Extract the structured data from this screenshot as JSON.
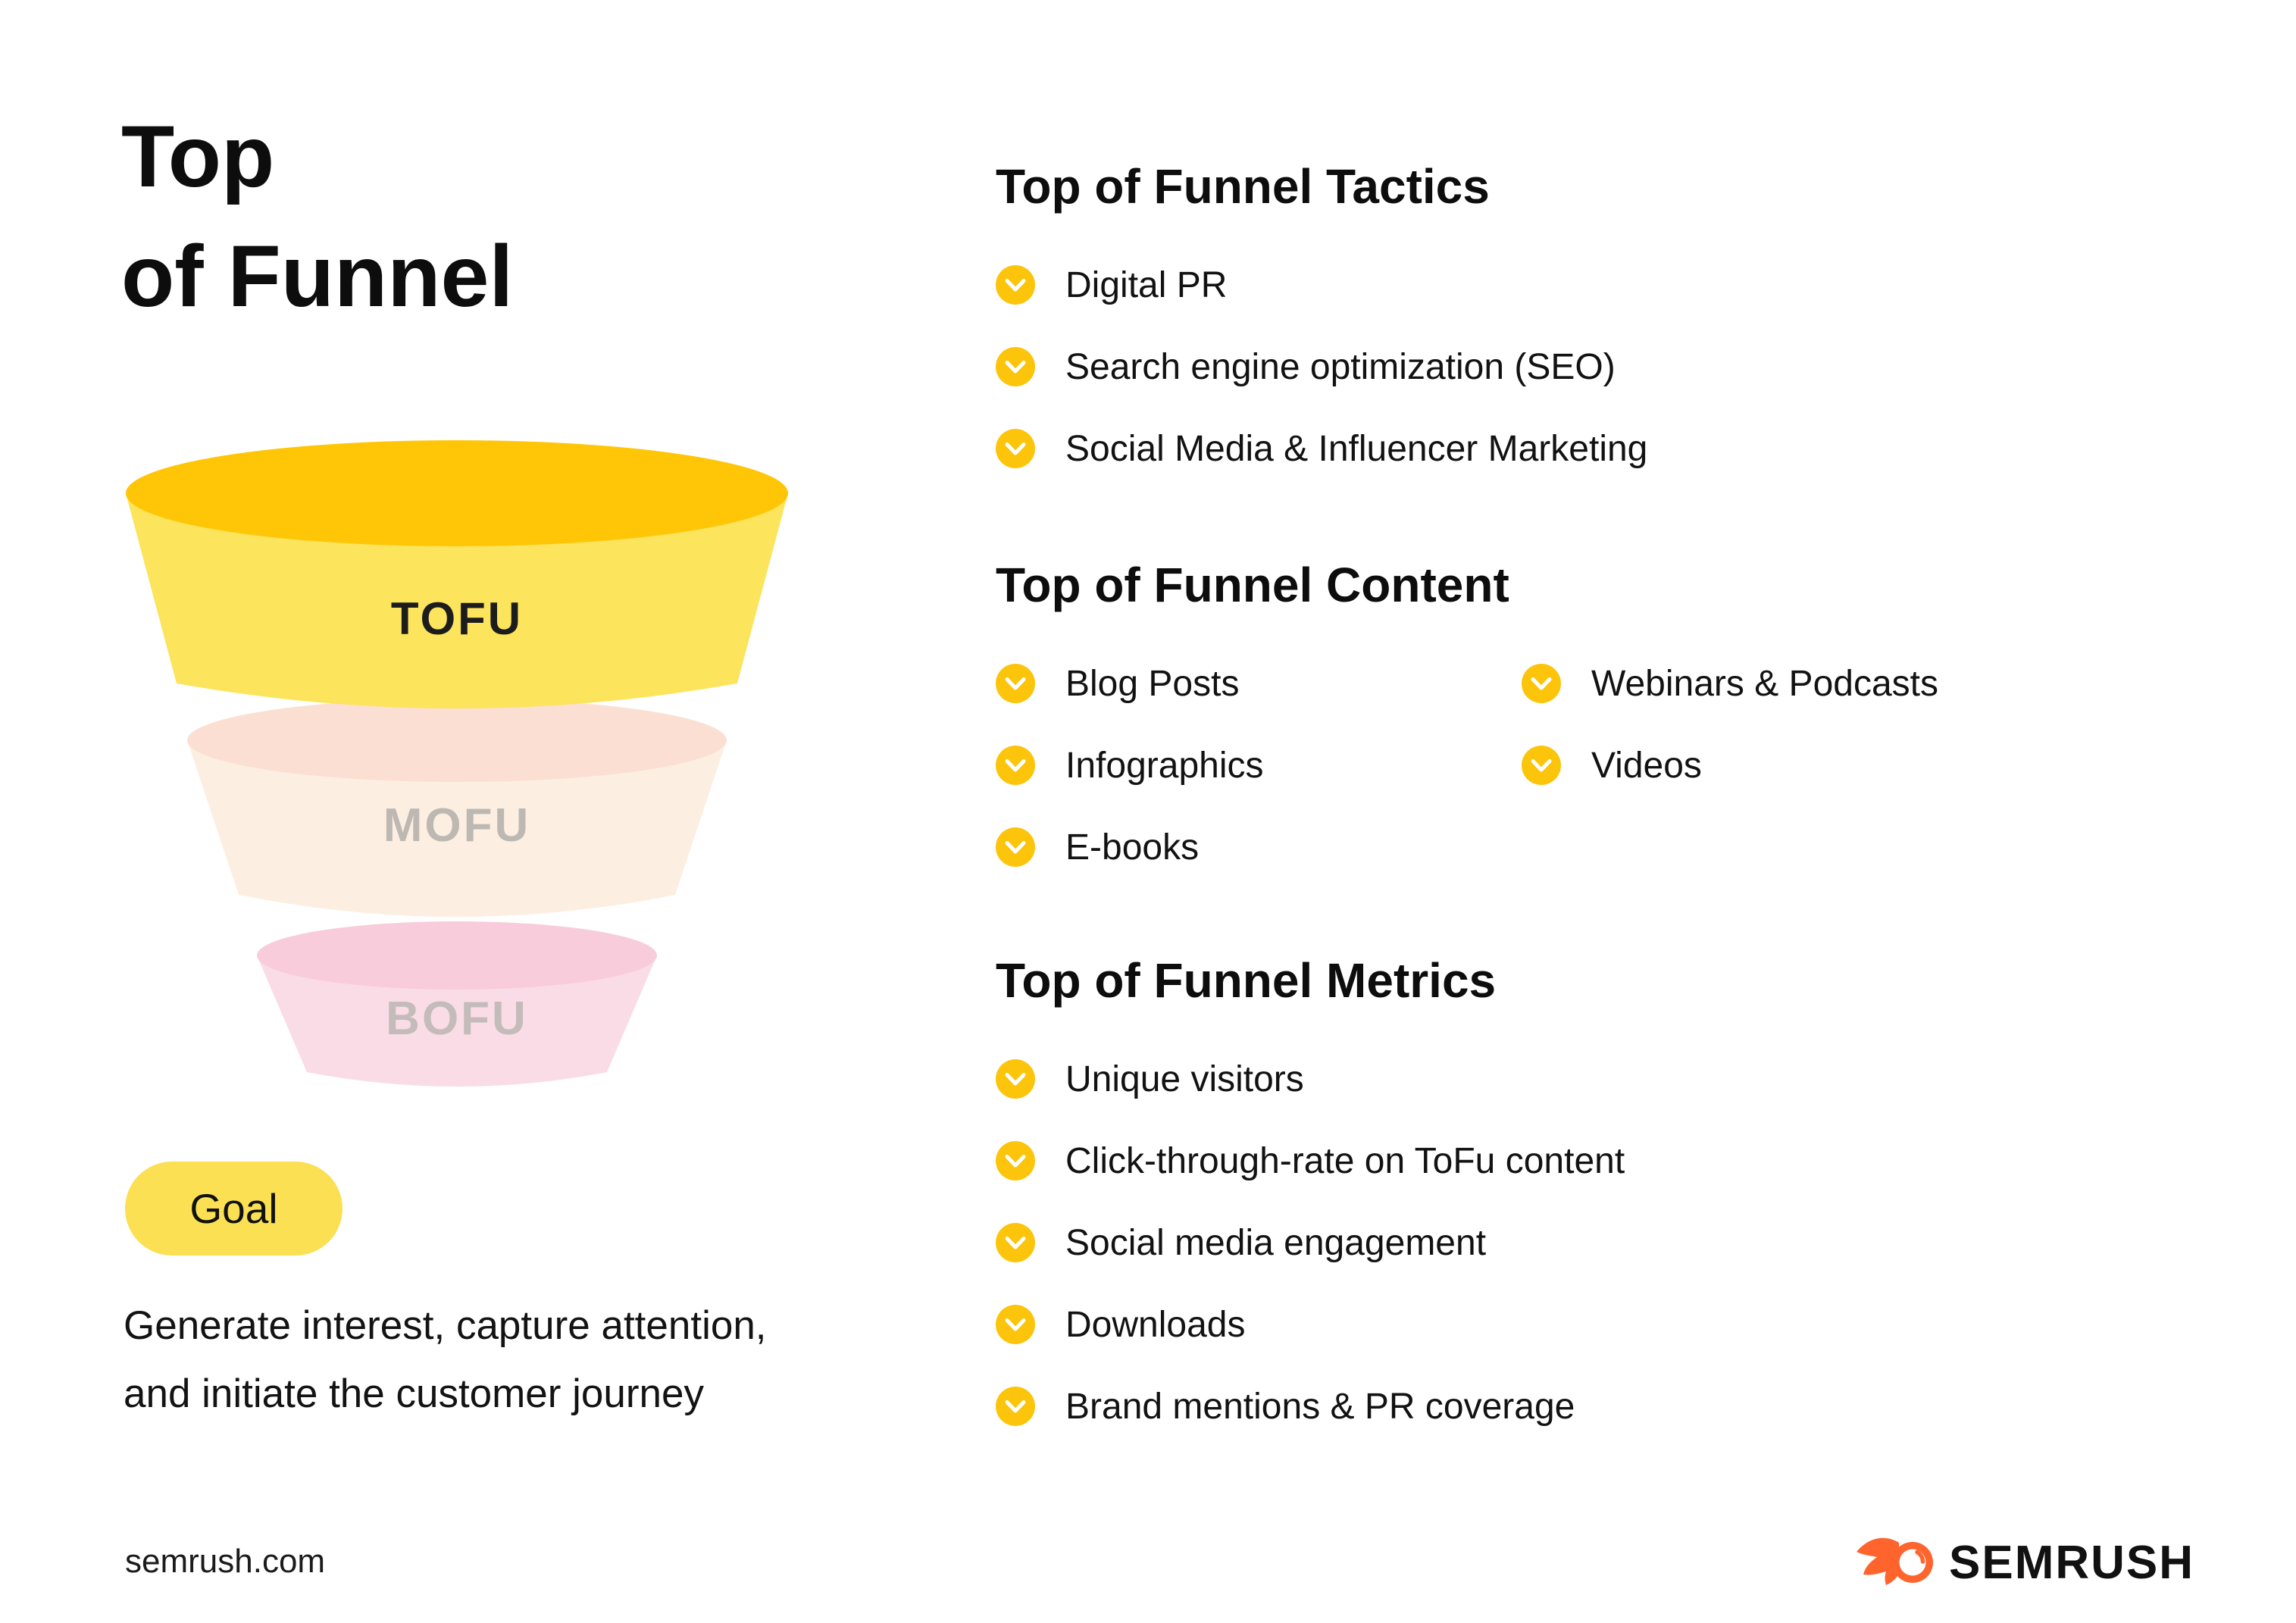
{
  "title": {
    "line1": "Top",
    "line2": "of Funnel"
  },
  "funnel": {
    "stages": [
      {
        "label": "TOFU",
        "top_color": "#FFC608",
        "body_color": "#FCE45C",
        "label_color": "#1C1C1C"
      },
      {
        "label": "MOFU",
        "top_color": "#FBDFD2",
        "body_color": "#FCEFE2",
        "label_color": "#BDB8B2"
      },
      {
        "label": "BOFU",
        "top_color": "#F8CCDA",
        "body_color": "#FADCE6",
        "label_color": "#C4BBBB"
      }
    ]
  },
  "goal": {
    "badge": "Goal",
    "badge_color": "#FAE052",
    "line1": "Generate interest, capture attention,",
    "line2": "and initiate the customer journey"
  },
  "sections": {
    "tactics": {
      "heading": "Top of Funnel Tactics",
      "items": [
        "Digital PR",
        "Search engine optimization (SEO)",
        "Social Media & Influencer Marketing"
      ]
    },
    "content": {
      "heading": "Top of Funnel Content",
      "col1": [
        "Blog Posts",
        "Infographics",
        "E-books"
      ],
      "col2": [
        "Webinars & Podcasts",
        "Videos"
      ]
    },
    "metrics": {
      "heading": "Top of Funnel Metrics",
      "items": [
        "Unique visitors",
        "Click-through-rate on ToFu content",
        "Social media engagement",
        "Downloads",
        "Brand mentions & PR coverage"
      ]
    }
  },
  "icons": {
    "check_glyph": "chevron-down-in-circle",
    "check_color": "#FCC50B"
  },
  "footer": {
    "website": "semrush.com",
    "logo_text": "SEMRUSH",
    "logo_color": "#FF642D"
  }
}
